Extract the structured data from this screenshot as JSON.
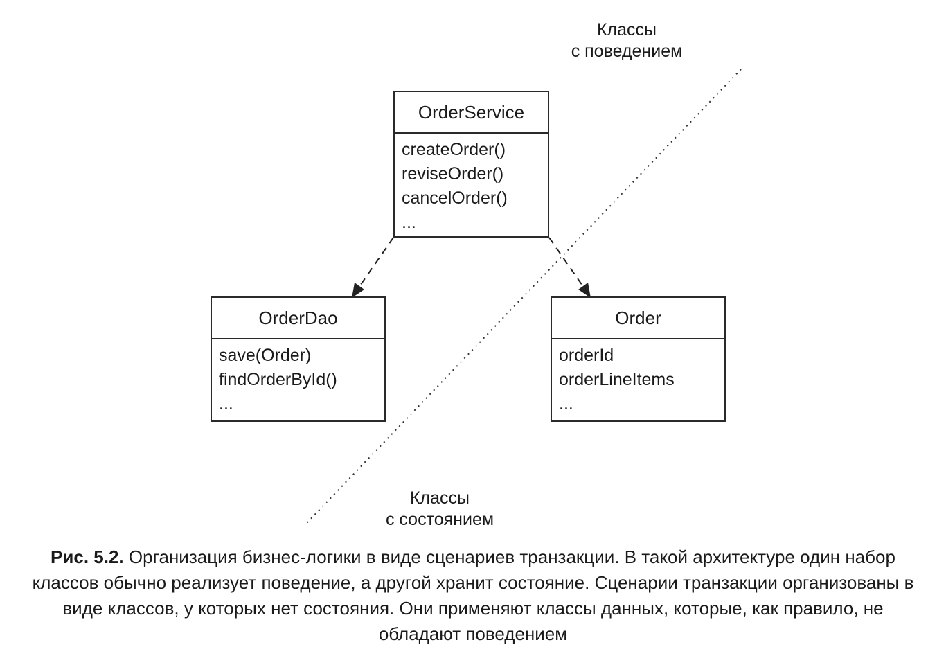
{
  "zones": {
    "top": [
      "Классы",
      "с поведением"
    ],
    "bottom": [
      "Классы",
      "с состоянием"
    ]
  },
  "classes": {
    "orderservice": {
      "name": "OrderService",
      "members": [
        "createOrder()",
        "reviseOrder()",
        "cancelOrder()",
        "..."
      ]
    },
    "orderdao": {
      "name": "OrderDao",
      "members": [
        "save(Order)",
        "findOrderById()",
        "..."
      ]
    },
    "order": {
      "name": "Order",
      "members": [
        "orderId",
        "orderLineItems",
        "..."
      ]
    }
  },
  "caption": {
    "label": "Рис. 5.2.",
    "text": " Организация бизнес-логики в виде сценариев транзакции. В такой архитектуре один набор классов обычно реализует поведение, а другой хранит состояние. Сценарии транзакции организованы в виде классов, у которых нет состояния. Они применяют классы данных, которые, как правило, не обладают поведением"
  }
}
